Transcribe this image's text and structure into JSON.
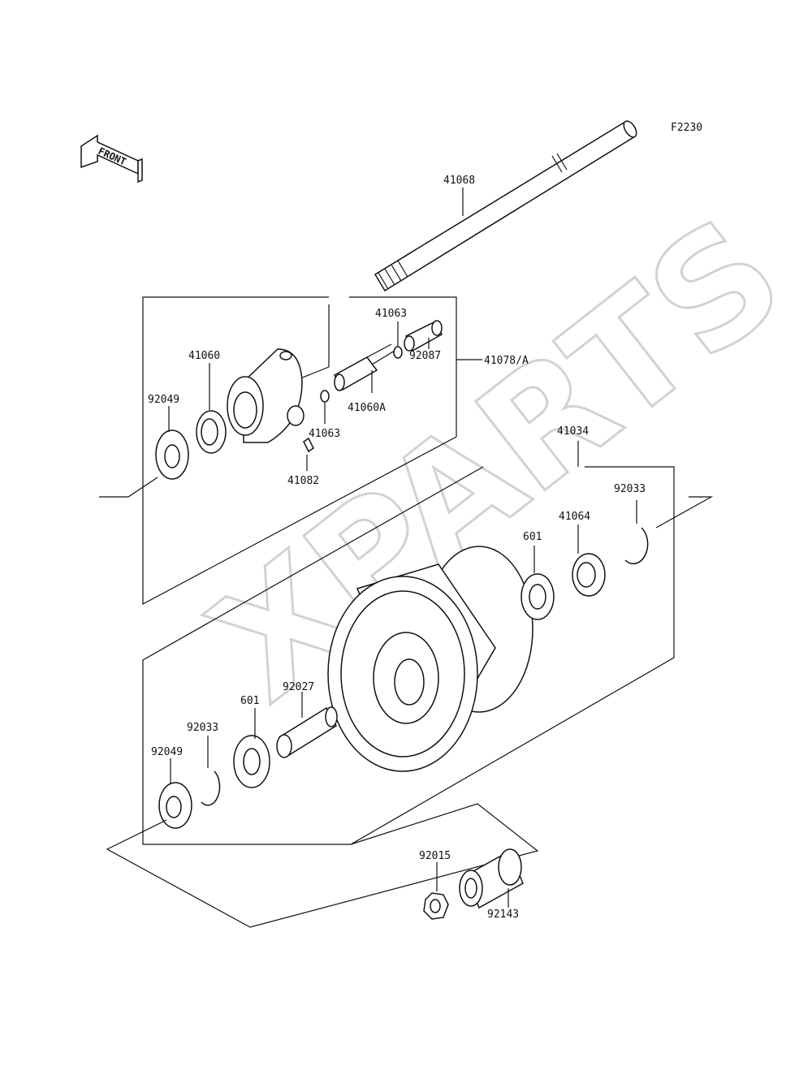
{
  "figure_code": "F2230",
  "front_label": "FRONT",
  "watermark": "XPARTS",
  "callouts": {
    "axle": "41068",
    "assy": "41078/A",
    "seal_left_upper": "92049",
    "gear_41060": "41060",
    "washer_41063_top": "41063",
    "washer_41063_mid": "41063",
    "pinion_41060a": "41060A",
    "bushing_92087": "92087",
    "pin_41082": "41082",
    "hub": "41034",
    "circlip_right": "92033",
    "retainer_41064": "41064",
    "bearing_right": "601",
    "spacer_92027": "92027",
    "bearing_left": "601",
    "circlip_left": "92033",
    "seal_left_lower": "92049",
    "nut_92015": "92015",
    "collar_92143": "92143"
  }
}
